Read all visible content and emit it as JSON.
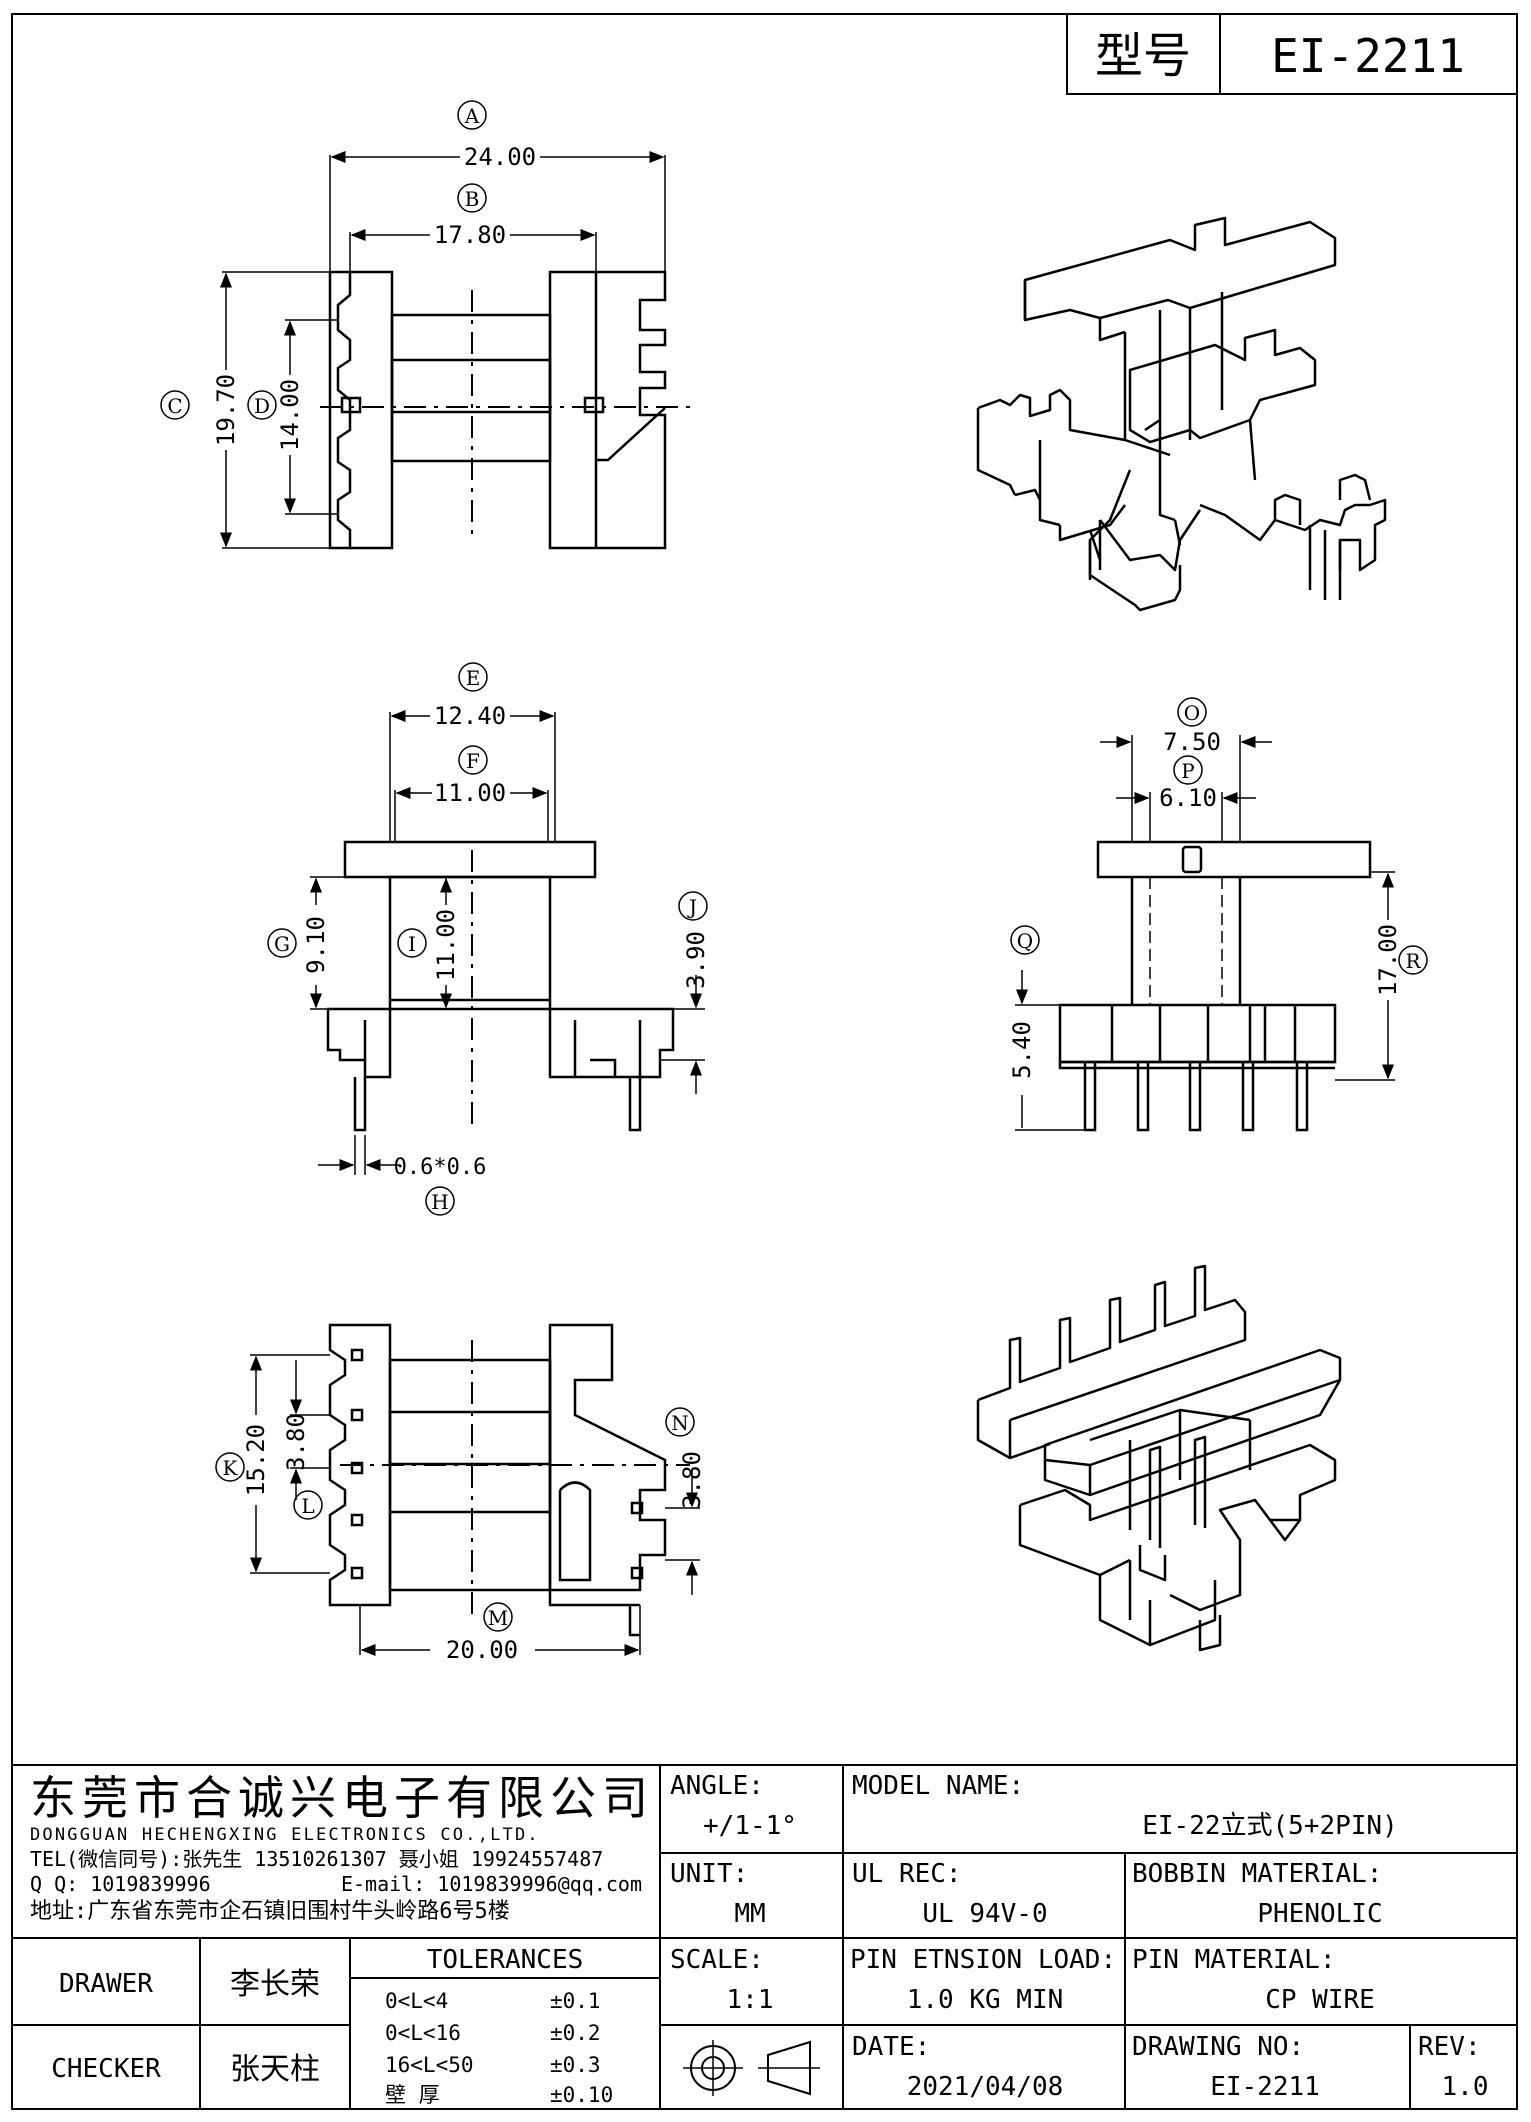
{
  "header": {
    "model_label": "型号",
    "model_value": "EI-2211"
  },
  "dims": {
    "A": {
      "letter": "A",
      "value": "24.00"
    },
    "B": {
      "letter": "B",
      "value": "17.80"
    },
    "C": {
      "letter": "C",
      "value": "19.70"
    },
    "D": {
      "letter": "D",
      "value": "14.00"
    },
    "E": {
      "letter": "E",
      "value": "12.40"
    },
    "F": {
      "letter": "F",
      "value": "11.00"
    },
    "G": {
      "letter": "G",
      "value": "9.10"
    },
    "H": {
      "letter": "H",
      "value": "0.6*0.6"
    },
    "I": {
      "letter": "I",
      "value": "11.00"
    },
    "J": {
      "letter": "J",
      "value": "3.90"
    },
    "K": {
      "letter": "K",
      "value": "15.20"
    },
    "L": {
      "letter": "L",
      "value": "3.80"
    },
    "M": {
      "letter": "M",
      "value": "20.00"
    },
    "N": {
      "letter": "N",
      "value": "3.80"
    },
    "O": {
      "letter": "O",
      "value": "7.50"
    },
    "P": {
      "letter": "P",
      "value": "6.10"
    },
    "Q": {
      "letter": "Q",
      "value": "5.40"
    },
    "R": {
      "letter": "R",
      "value": "17.00"
    }
  },
  "company": {
    "name_cn": "东莞市合诚兴电子有限公司",
    "name_en": "DONGGUAN HECHENGXING ELECTRONICS CO.,LTD.",
    "tel": "TEL(微信同号):张先生 13510261307 聂小姐 19924557487",
    "qq": "Q Q: 1019839996",
    "email": "E-mail: 1019839996@qq.com",
    "address": "地址:广东省东莞市企石镇旧围村牛头岭路6号5楼"
  },
  "titleblock": {
    "angle_label": "ANGLE:",
    "angle_value": "+/1-1°",
    "model_name_label": "MODEL NAME:",
    "model_name_value": "EI-22立式(5+2PIN)",
    "unit_label": "UNIT:",
    "unit_value": "MM",
    "ul_label": "UL REC:",
    "ul_value": "UL 94V-0",
    "bobbin_label": "BOBBIN MATERIAL:",
    "bobbin_value": "PHENOLIC",
    "drawer_label": "DRAWER",
    "drawer_value": "李长荣",
    "checker_label": "CHECKER",
    "checker_value": "张天柱",
    "tolerances_label": "TOLERANCES",
    "tolerances": [
      {
        "range": "0<L<4",
        "value": "±0.1"
      },
      {
        "range": "0<L<16",
        "value": "±0.2"
      },
      {
        "range": "16<L<50",
        "value": "±0.3"
      },
      {
        "range": "壁  厚",
        "value": "±0.10"
      }
    ],
    "scale_label": "SCALE:",
    "scale_value": "1:1",
    "pin_tension_label": "PIN ETNSION LOAD:",
    "pin_tension_value": "1.0 KG MIN",
    "pin_material_label": "PIN MATERIAL:",
    "pin_material_value": "CP WIRE",
    "date_label": "DATE:",
    "date_value": "2021/04/08",
    "drawing_no_label": "DRAWING NO:",
    "drawing_no_value": "EI-2211",
    "rev_label": "REV:",
    "rev_value": "1.0"
  }
}
